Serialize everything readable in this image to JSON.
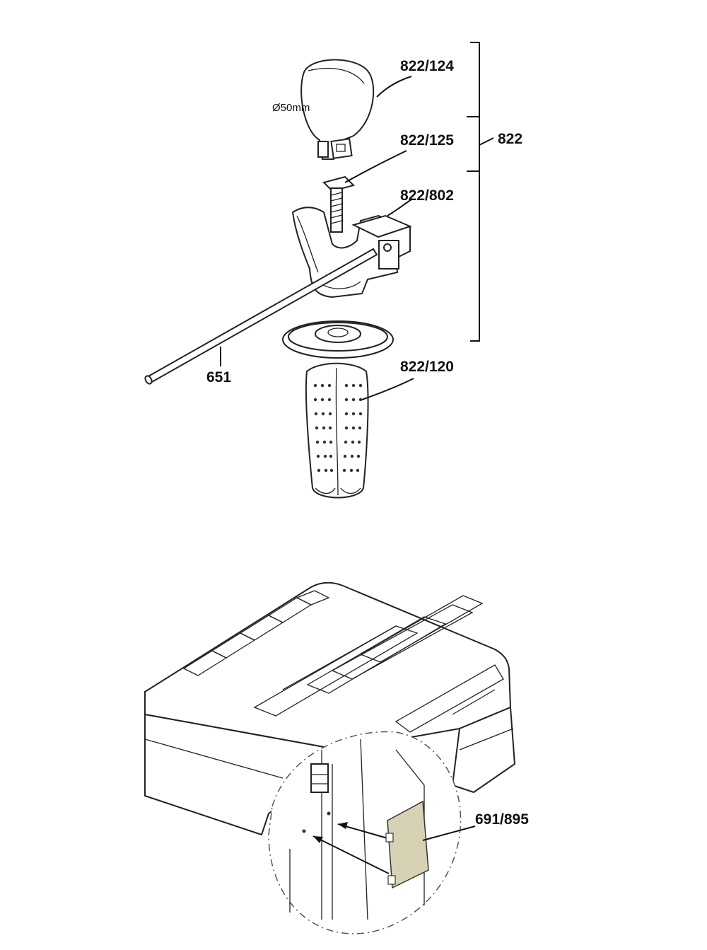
{
  "labels": {
    "band_clamp": "822/124",
    "band_dimension": "Ø50mm",
    "screw_bolt": "822/125",
    "assembly": "822",
    "clamp_housing": "822/802",
    "depth_rod": "651",
    "handle": "822/120",
    "case_part": "691/895"
  }
}
